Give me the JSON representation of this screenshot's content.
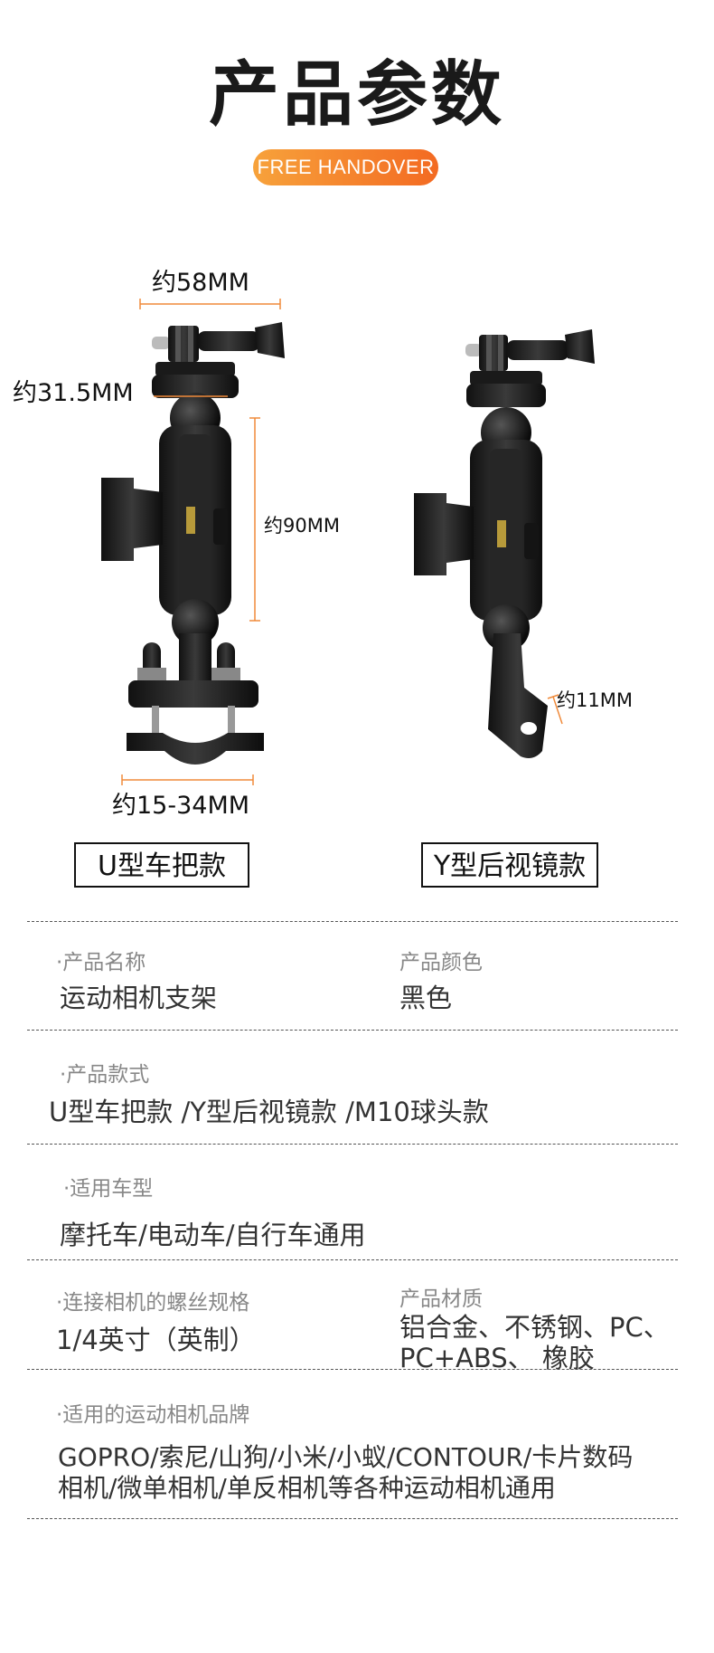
{
  "header": {
    "title": "产品参数",
    "badge": "FREE HANDOVER"
  },
  "figures": {
    "left": {
      "dim_width_top": "约58MM",
      "dim_mount": "约31.5MM",
      "dim_arm": "约90MM",
      "dim_clamp": "约15-34MM",
      "variant_label": "U型车把款"
    },
    "right": {
      "dim_bracket": "约11MM",
      "variant_label": "Y型后视镜款"
    }
  },
  "specs": {
    "name_label": "·产品名称",
    "name_value": "运动相机支架",
    "color_label": "产品颜色",
    "color_value": "黑色",
    "style_label": "·产品款式",
    "style_value": "U型车把款 /Y型后视镜款 /M10球头款",
    "vehicle_label": "·适用车型",
    "vehicle_value": "摩托车/电动车/自行车通用",
    "screw_label": "·连接相机的螺丝规格",
    "screw_value": "1/4英寸（英制）",
    "material_label": "产品材质",
    "material_line1": "铝合金、不锈钢、PC、",
    "material_line2": "PC+ABS、 橡胶",
    "brand_label": "·适用的运动相机品牌",
    "brand_line1": "GOPRO/索尼/山狗/小米/小蚁/CONTOUR/卡片数码",
    "brand_line2": "相机/微单相机/单反相机等各种运动相机通用"
  },
  "colors": {
    "accent_start": "#f7a23b",
    "accent_end": "#f36a22",
    "dim_line": "#f08a3a"
  }
}
